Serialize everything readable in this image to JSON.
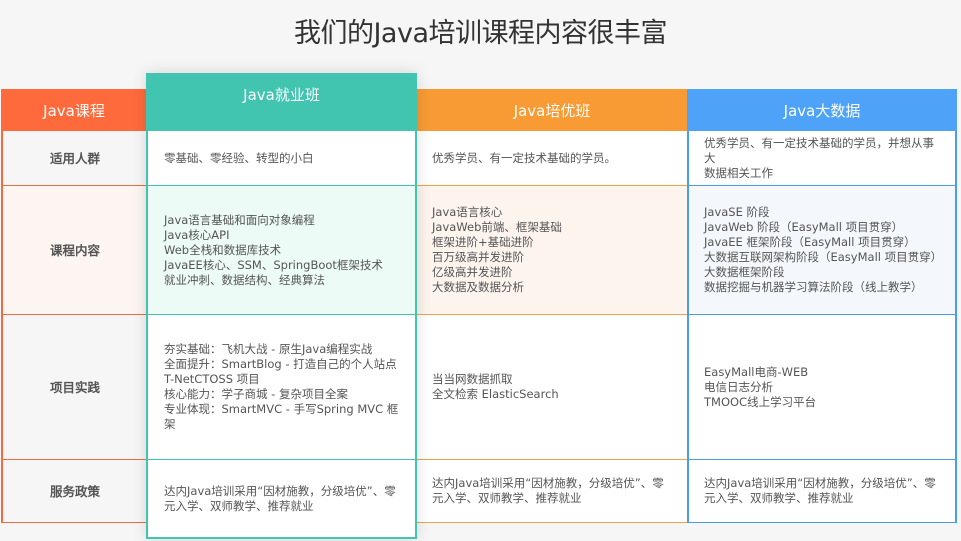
{
  "page": {
    "title": "我们的Java培训课程内容很丰富"
  },
  "colors": {
    "label_column": "#ff6a3d",
    "jiuye_column": "#41c4b0",
    "peiyou_column": "#f89b34",
    "dashuju_column": "#4ea3f8"
  },
  "table": {
    "label_column": {
      "header": "Java课程",
      "rows": [
        "适用人群",
        "课程内容",
        "项目实践",
        "服务政策"
      ]
    },
    "columns": [
      {
        "header": "Java就业班",
        "audience": [
          "零基础、零经验、转型的小白"
        ],
        "content": [
          "Java语言基础和面向对象编程",
          "Java核心API",
          "Web全栈和数据库技术",
          "JavaEE核心、SSM、SpringBoot框架技术",
          "就业冲刺、数据结构、经典算法"
        ],
        "projects": [
          "夯实基础：飞机大战 - 原生Java编程实战",
          "全面提升：SmartBlog - 打造自己的个人站点",
          "T-NetCTOSS 项目",
          "核心能力：学子商城 - 复杂项目全案",
          "专业体现：SmartMVC - 手写Spring MVC 框",
          "架"
        ],
        "policy": [
          "达内Java培训采用“因材施教，分级培优”、零",
          "元入学、双师教学、推荐就业"
        ]
      },
      {
        "header": "Java培优班",
        "audience": [
          "优秀学员、有一定技术基础的学员。"
        ],
        "content": [
          "Java语言核心",
          "JavaWeb前端、框架基础",
          "框架进阶+基础进阶",
          "百万级高并发进阶",
          "亿级高并发进阶",
          "大数据及数据分析"
        ],
        "projects": [
          "当当网数据抓取",
          "全文检索 ElasticSearch"
        ],
        "policy": [
          "达内Java培训采用“因材施教，分级培优”、零",
          "元入学、双师教学、推荐就业"
        ]
      },
      {
        "header": "Java大数据",
        "audience": [
          "优秀学员、有一定技术基础的学员，并想从事大",
          "数据相关工作"
        ],
        "content": [
          "JavaSE 阶段",
          "JavaWeb 阶段（EasyMall 项目贯穿）",
          "JavaEE 框架阶段（EasyMall 项目贯穿）",
          "大数据互联网架构阶段（EasyMall 项目贯穿）",
          "大数据框架阶段",
          "数据挖掘与机器学习算法阶段（线上教学）"
        ],
        "projects": [
          "EasyMall电商-WEB",
          "电信日志分析",
          "TMOOC线上学习平台"
        ],
        "policy": [
          "达内Java培训采用“因材施教，分级培优”、零",
          "元入学、双师教学、推荐就业"
        ]
      }
    ]
  }
}
